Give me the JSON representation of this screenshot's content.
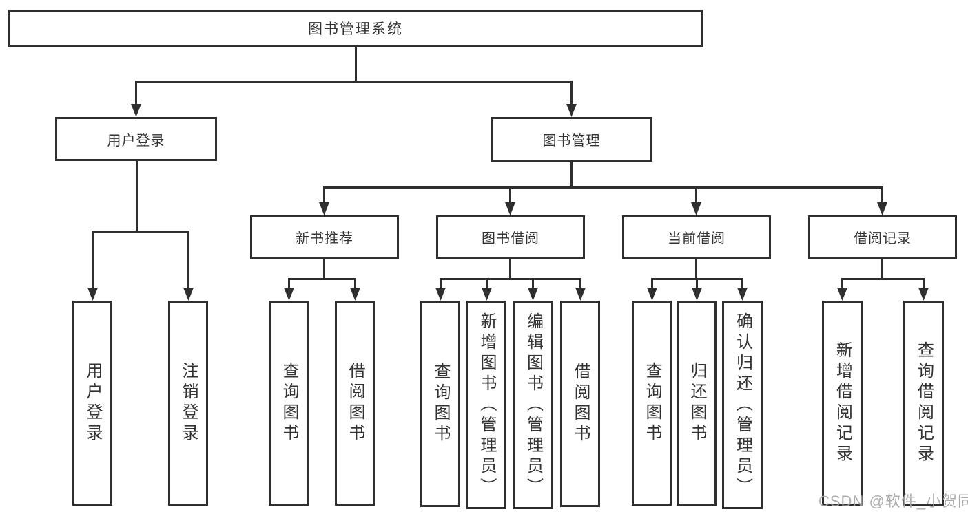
{
  "colors": {
    "line": "#2f2f2f",
    "box_border": "#2f2f2f",
    "text": "#333333",
    "watermark": "#a5a5a5",
    "background": "#ffffff"
  },
  "watermark": "CSDN @软件_小贺同学",
  "tree": {
    "root": {
      "label": "图书管理系统"
    },
    "children": [
      {
        "label": "用户登录",
        "children": [
          {
            "label": "用户登录"
          },
          {
            "label": "注销登录"
          }
        ]
      },
      {
        "label": "图书管理",
        "children": [
          {
            "label": "新书推荐",
            "children": [
              {
                "label": "查询图书"
              },
              {
                "label": "借阅图书"
              }
            ]
          },
          {
            "label": "图书借阅",
            "children": [
              {
                "label": "查询图书"
              },
              {
                "label": "新增图书（管理员）"
              },
              {
                "label": "编辑图书（管理员）"
              },
              {
                "label": "借阅图书"
              }
            ]
          },
          {
            "label": "当前借阅",
            "children": [
              {
                "label": "查询图书"
              },
              {
                "label": "归还图书"
              },
              {
                "label": "确认归还（管理员）"
              }
            ]
          },
          {
            "label": "借阅记录",
            "children": [
              {
                "label": "新增借阅记录"
              },
              {
                "label": "查询借阅记录"
              }
            ]
          }
        ]
      }
    ]
  }
}
